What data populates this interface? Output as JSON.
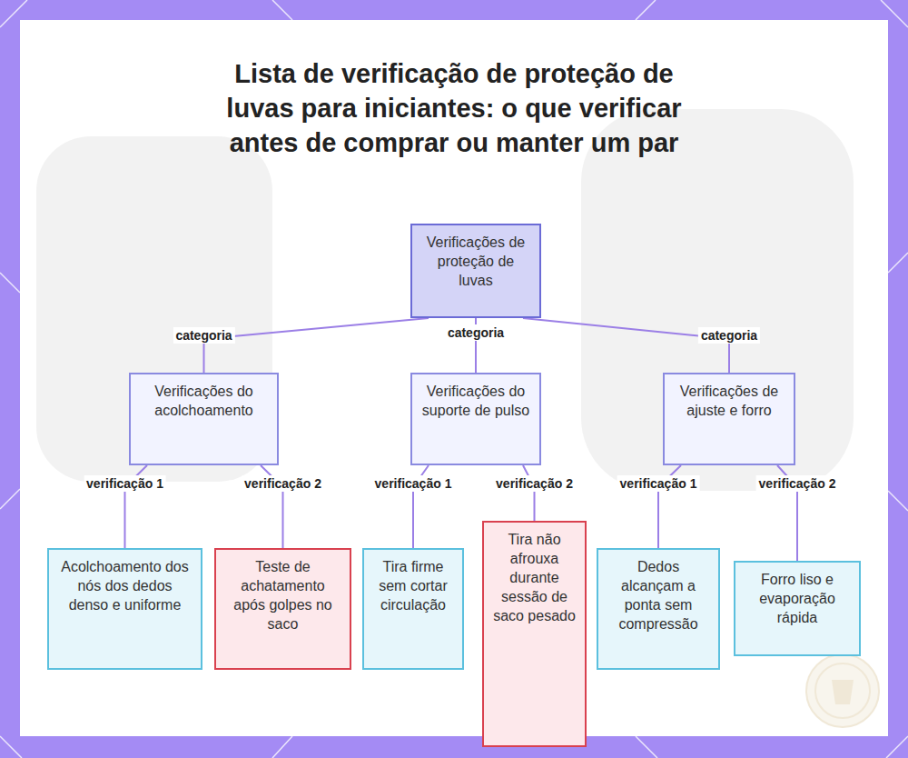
{
  "diagram": {
    "title": "Lista de verificação de proteção de luvas para iniciantes: o que verificar antes de comprar ou manter um par",
    "nodes": [
      {
        "text": [
          "Verificações de proteção de luvas"
        ]
      },
      {
        "text": [
          "Verificações do acolchoamento"
        ]
      },
      {
        "text": [
          "Verificações do suporte de pulso"
        ]
      },
      {
        "text": [
          "Verificações de ajuste e forro"
        ]
      },
      {
        "text": [
          "Acolchoamento dos nós dos dedos denso e uniforme"
        ]
      },
      {
        "text": [
          "Teste de achatamento após golpes no saco"
        ]
      },
      {
        "text": [
          "Tira firme sem cortar circulação"
        ]
      },
      {
        "text": [
          "Tira não afrouxa durante sessão de saco pesado"
        ]
      },
      {
        "text": [
          "Dedos alcançam a ponta sem compressão"
        ]
      },
      {
        "text": [
          "Forro liso e evaporação rápida"
        ]
      }
    ],
    "edges": [
      {
        "from": 0,
        "to": 1,
        "label": "categoria",
        "arrow": "none"
      },
      {
        "from": 0,
        "to": 2,
        "label": "categoria",
        "arrow": "none"
      },
      {
        "from": 0,
        "to": 3,
        "label": "categoria",
        "arrow": "none"
      },
      {
        "from": 1,
        "to": 4,
        "label": "verificação 1",
        "arrow": "none"
      },
      {
        "from": 1,
        "to": 5,
        "label": "verificação 2",
        "arrow": "none"
      },
      {
        "from": 2,
        "to": 6,
        "label": "verificação 1",
        "arrow": "none"
      },
      {
        "from": 2,
        "to": 7,
        "label": "verificação 2",
        "arrow": "none"
      },
      {
        "from": 3,
        "to": 8,
        "label": "verificação 1",
        "arrow": "none"
      },
      {
        "from": 3,
        "to": 9,
        "label": "verificação 2",
        "arrow": "none"
      }
    ]
  }
}
